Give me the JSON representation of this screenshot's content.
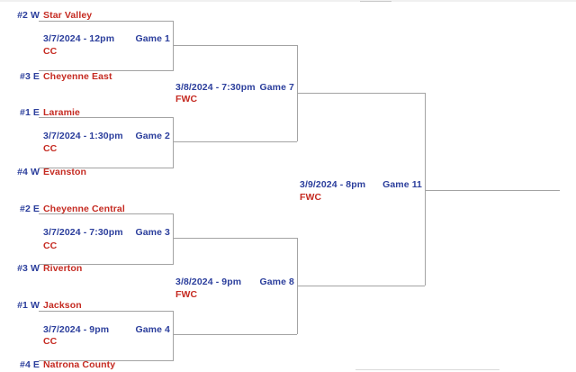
{
  "colors": {
    "seed_and_schedule_blue": "#2b3e9c",
    "team_and_venue_red": "#c52a21",
    "bracket_line_gray": "#a3a3a3"
  },
  "bracket": {
    "first_round": [
      {
        "top_seed": "#2 W",
        "top_team": "Star Valley",
        "datetime": "3/7/2024 - 12pm",
        "label": "Game 1",
        "venue": "CC",
        "bottom_seed": "#3 E",
        "bottom_team": "Cheyenne East"
      },
      {
        "top_seed": "#1 E",
        "top_team": "Laramie",
        "datetime": "3/7/2024 - 1:30pm",
        "label": "Game 2",
        "venue": "CC",
        "bottom_seed": "#4 W",
        "bottom_team": "Evanston"
      },
      {
        "top_seed": "#2 E",
        "top_team": "Cheyenne Central",
        "datetime": "3/7/2024 - 7:30pm",
        "label": "Game 3",
        "venue": "CC",
        "bottom_seed": "#3 W",
        "bottom_team": "Riverton"
      },
      {
        "top_seed": "#1 W",
        "top_team": "Jackson",
        "datetime": "3/7/2024 - 9pm",
        "label": "Game 4",
        "venue": "CC",
        "bottom_seed": "#4 E",
        "bottom_team": "Natrona County"
      }
    ],
    "semifinals": [
      {
        "datetime": "3/8/2024 - 7:30pm",
        "label": "Game 7",
        "venue": "FWC"
      },
      {
        "datetime": "3/8/2024 - 9pm",
        "label": "Game 8",
        "venue": "FWC"
      }
    ],
    "final": {
      "datetime": "3/9/2024 - 8pm",
      "label": "Game 11",
      "venue": "FWC"
    }
  }
}
